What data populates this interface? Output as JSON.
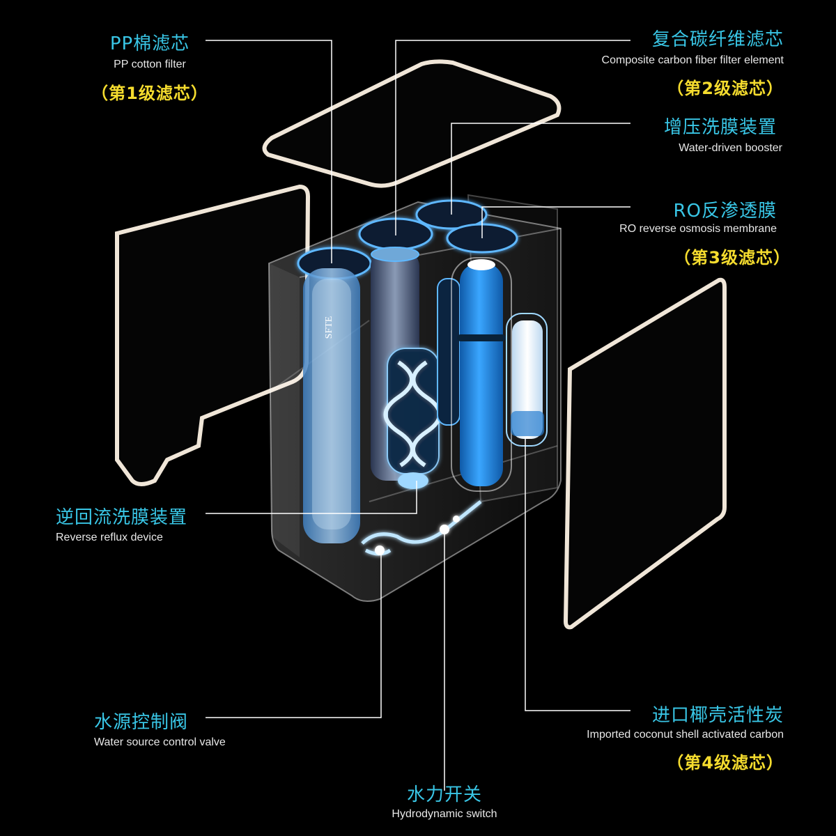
{
  "labels": {
    "pp": {
      "cn": "PP棉滤芯",
      "en": "PP cotton filter",
      "stage": "（第1级滤芯）"
    },
    "carbon": {
      "cn": "复合碳纤维滤芯",
      "en": "Composite carbon fiber filter element",
      "stage": "（第2级滤芯）"
    },
    "booster": {
      "cn": "增压洗膜装置",
      "en": "Water-driven booster"
    },
    "ro": {
      "cn": "RO反渗透膜",
      "en": "RO reverse osmosis membrane",
      "stage": "（第3级滤芯）"
    },
    "reflux": {
      "cn": "逆回流洗膜装置",
      "en": "Reverse reflux device"
    },
    "valve": {
      "cn": "水源控制阀",
      "en": "Water source control valve"
    },
    "coconut": {
      "cn": "进口椰壳活性炭",
      "en": "Imported coconut shell activated carbon",
      "stage": "（第4级滤芯）"
    },
    "switch": {
      "cn": "水力开关",
      "en": "Hydrodynamic switch"
    }
  },
  "brand": "SFTE",
  "colors": {
    "label_cn": "#39c6e6",
    "label_stage": "#f5dc2e",
    "label_en": "#e8e8e8",
    "glow": "#5fb8ff",
    "membrane": "#1f8ee0"
  }
}
